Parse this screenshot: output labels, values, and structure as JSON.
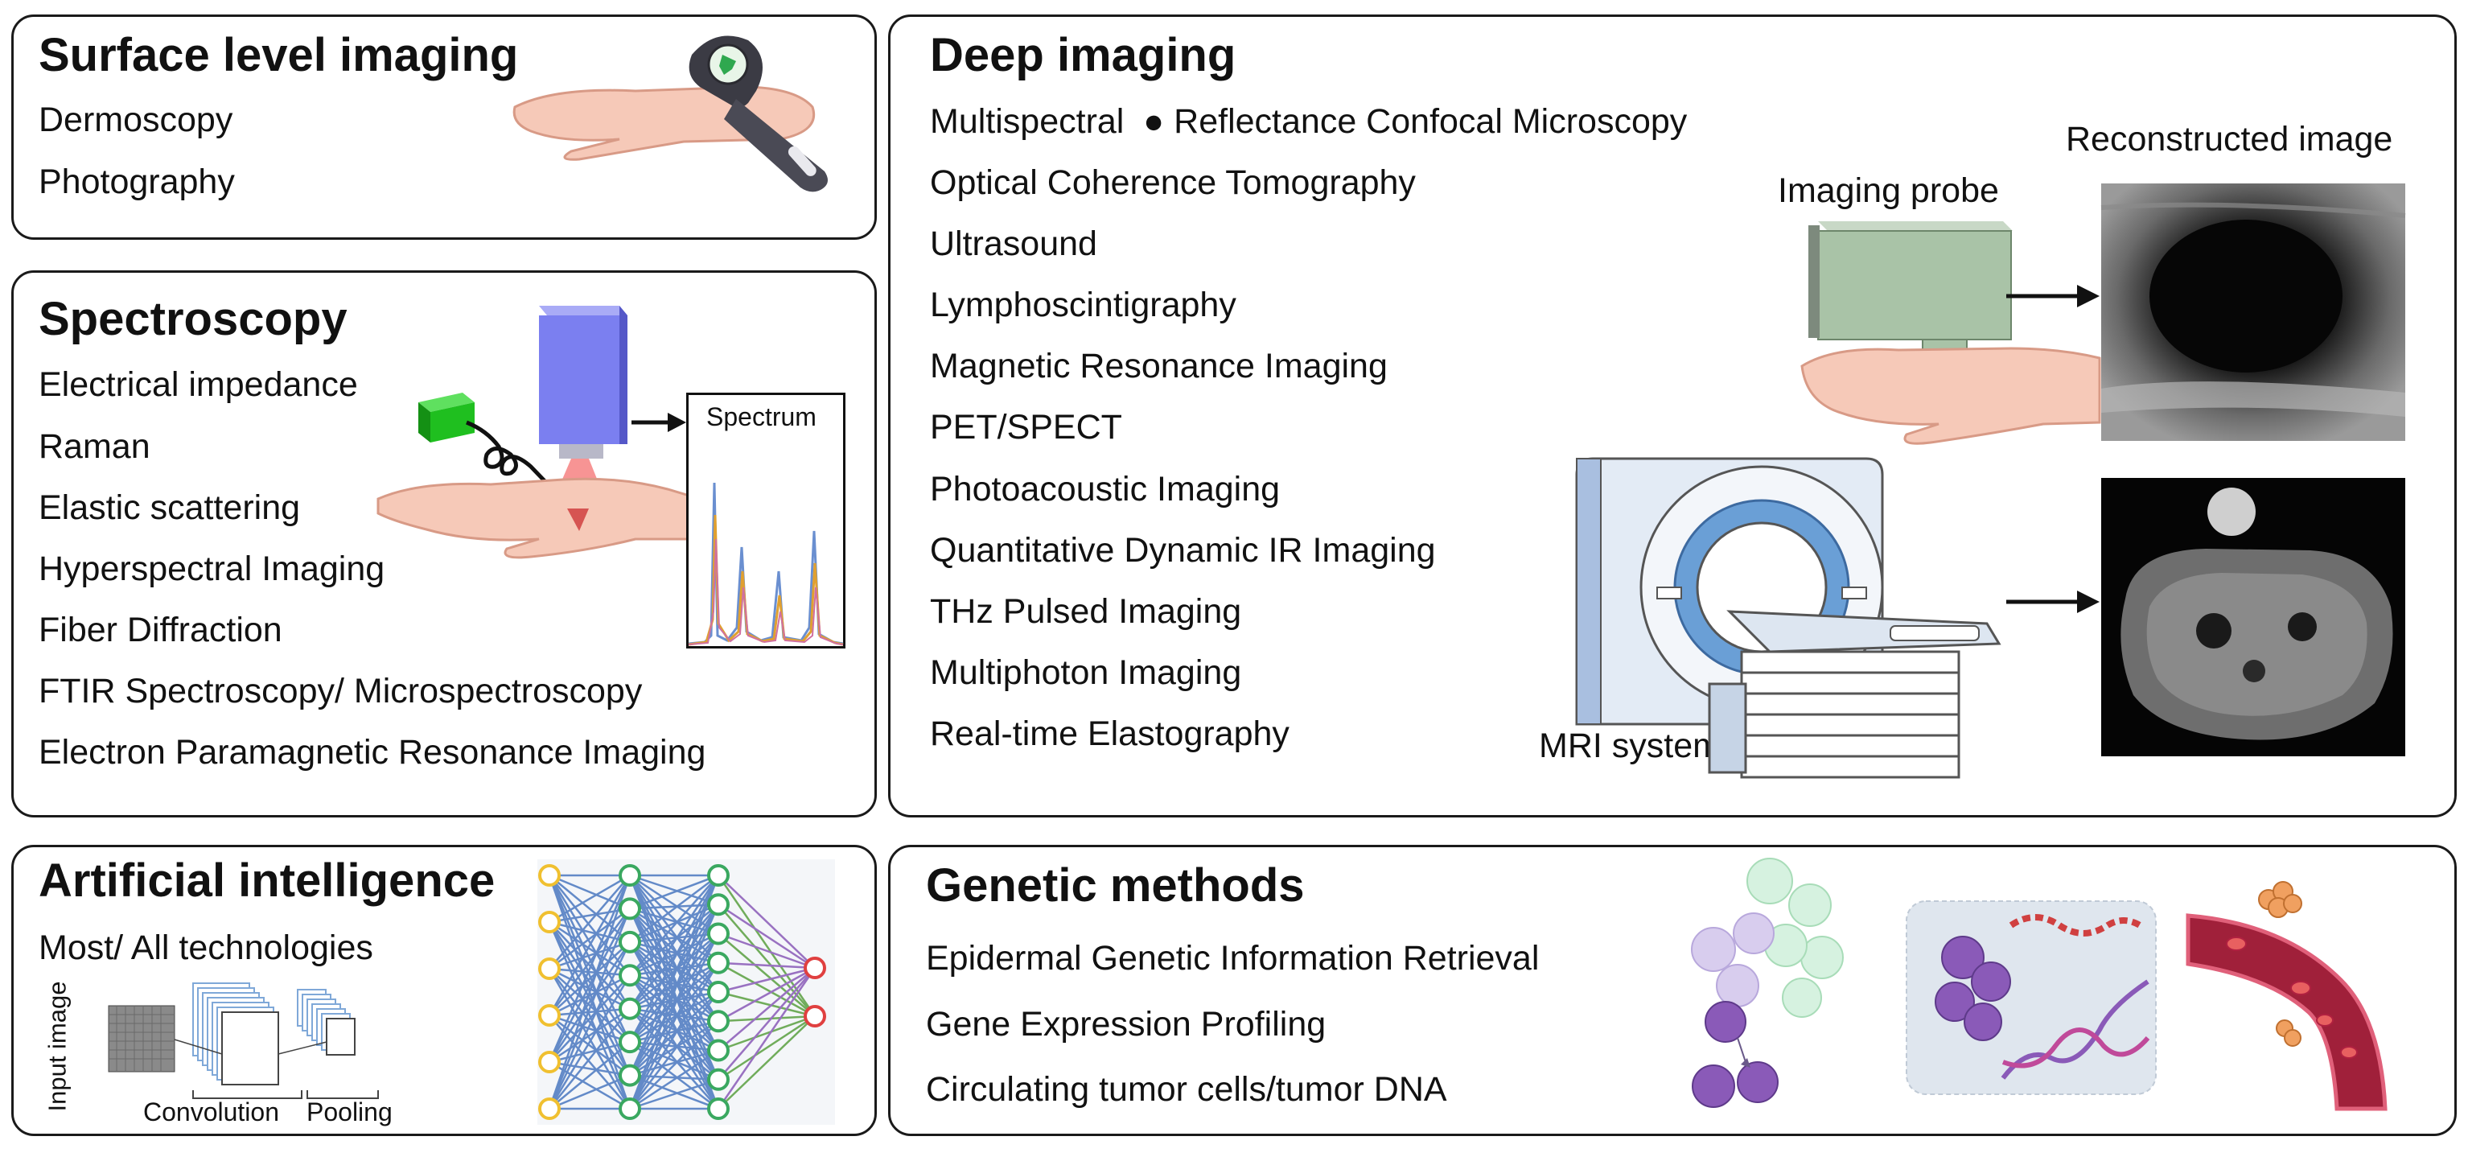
{
  "surface": {
    "title": "Surface level imaging",
    "items": [
      "Dermoscopy",
      "Photography"
    ],
    "icon": "dermatoscope-on-hand-icon"
  },
  "spectroscopy": {
    "title": "Spectroscopy",
    "items": [
      "Electrical impedance",
      "Raman",
      "Elastic scattering",
      "Hyperspectral Imaging",
      "Fiber Diffraction",
      "FTIR Spectroscopy/ Microspectroscopy",
      "Electron Paramagnetic Resonance Imaging"
    ],
    "spectrum_label": "Spectrum",
    "colors": {
      "laser": "#7b7ff0",
      "source": "#1fbf1f",
      "beam": "#f04040"
    }
  },
  "deep": {
    "title": "Deep imaging",
    "items": [
      "Multispectral  ● Reflectance Confocal Microscopy",
      "Optical Coherence Tomography",
      "Ultrasound",
      "Lymphoscintigraphy",
      "Magnetic Resonance Imaging",
      "PET/SPECT",
      "Photoacoustic Imaging",
      "Quantitative Dynamic IR Imaging",
      "THz Pulsed Imaging",
      "Multiphoton Imaging",
      "Real-time Elastography"
    ],
    "probe_label": "Imaging probe",
    "reconstructed_label": "Reconstructed image",
    "mri_label": "MRI system",
    "colors": {
      "probe": "#a9c3a7",
      "mri_ring": "#6a9fd6"
    }
  },
  "ai": {
    "title": "Artificial intelligence",
    "items": [
      "Most/ All technologies"
    ],
    "input_label": "Input image",
    "conv_label": "Convolution",
    "pool_label": "Pooling",
    "colors": {
      "input_node": "#f0c030",
      "hidden_node": "#3aa860",
      "output_node": "#e04040",
      "edge": "#4a78c0"
    }
  },
  "genetic": {
    "title": "Genetic methods",
    "items": [
      "Epidermal Genetic Information Retrieval",
      "Gene Expression Profiling",
      "Circulating tumor cells/tumor DNA"
    ],
    "colors": {
      "cell": "#8a5ab8",
      "vessel": "#a0203a"
    }
  }
}
